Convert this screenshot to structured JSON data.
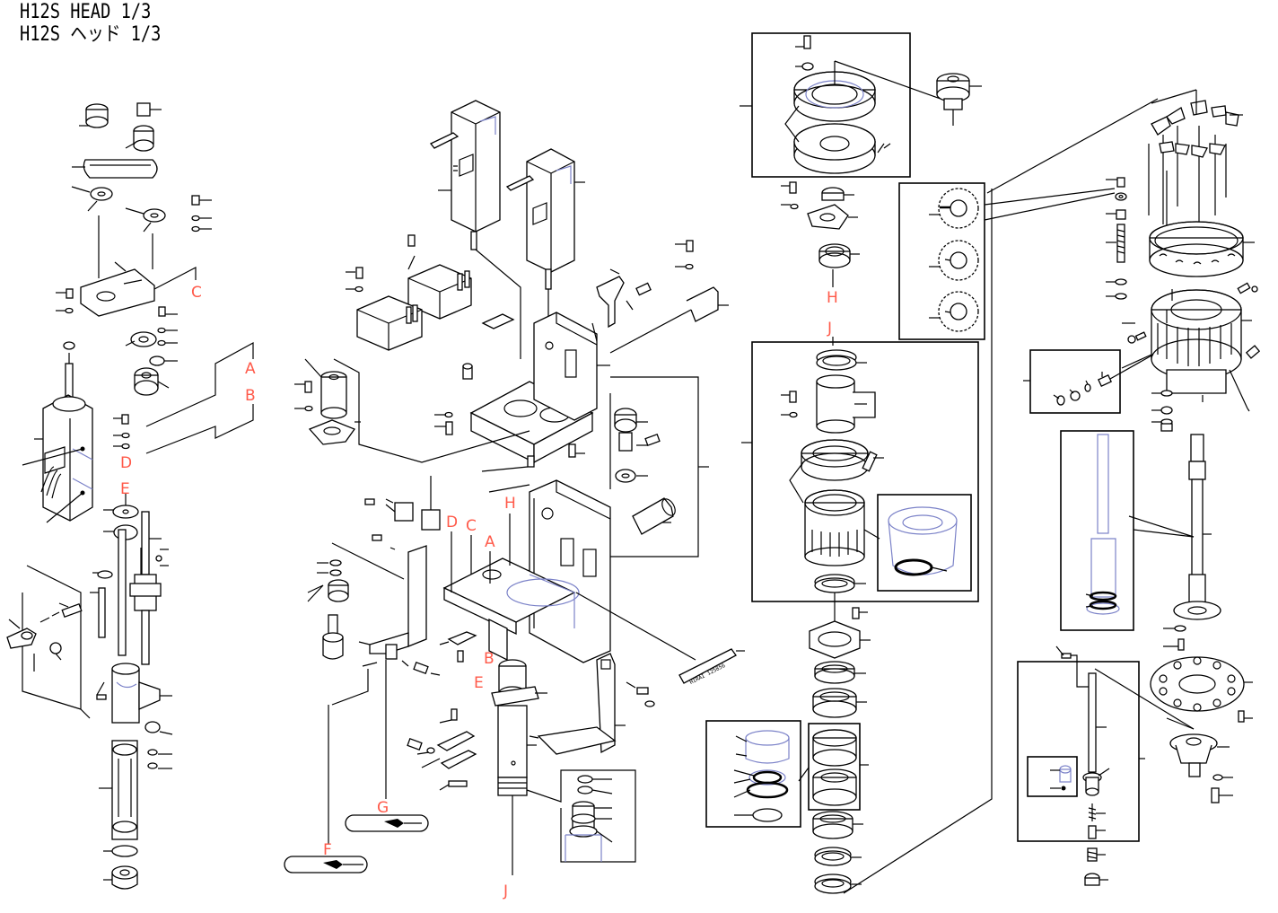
{
  "header": {
    "title_en": "H12S HEAD  1/3",
    "title_jp": "H12S ヘッド  1/3"
  },
  "diagram": {
    "type": "exploded-parts-view",
    "accent_color": "#ff5a4a",
    "reference_color": "#7b82c8",
    "callout_labels": {
      "A_left": "A",
      "B_left": "B",
      "C_left": "C",
      "D_left": "D",
      "E_left": "E",
      "C_mid": "C",
      "D_mid": "D",
      "A_mid": "A",
      "H_mid": "H",
      "B_mid": "B",
      "E_mid": "E",
      "F": "F",
      "G": "G",
      "J_mid": "J",
      "H_right": "H",
      "J_right": "J"
    },
    "tool_labels": {
      "F": "☚",
      "G": "☚"
    },
    "nameplate_text": "HIRAI 125856"
  }
}
